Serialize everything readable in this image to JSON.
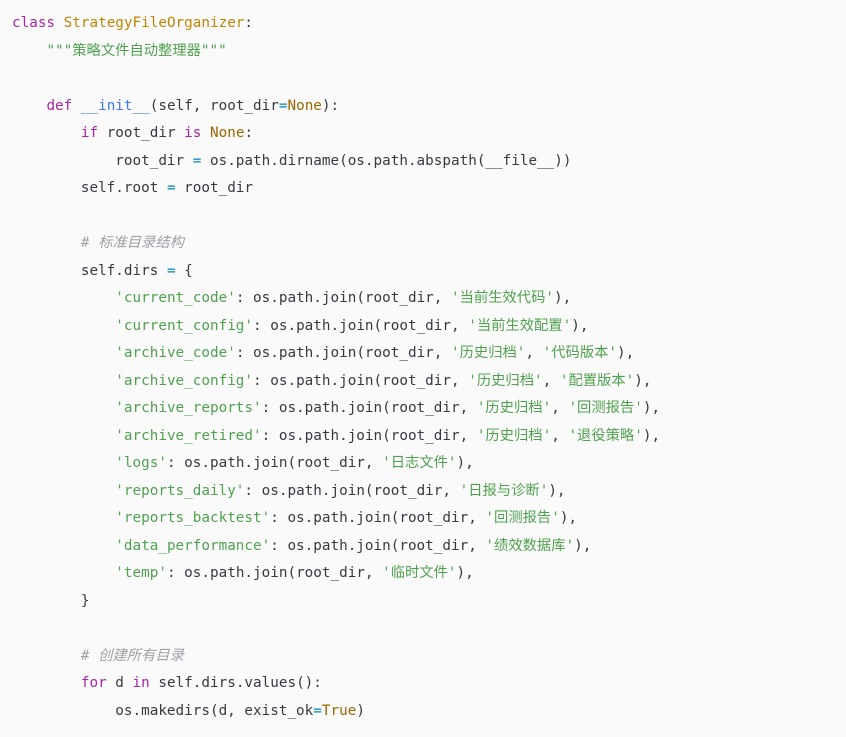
{
  "language": "python",
  "colors": {
    "background": "#fafafa",
    "plain": "#383a42",
    "keyword": "#a626a4",
    "class": "#c18401",
    "constant": "#986801",
    "string": "#50a14f",
    "comment": "#a0a1a7",
    "builtin": "#4078f2",
    "operator": "#0184bc"
  },
  "lines": [
    [
      [
        "keyword",
        "class"
      ],
      [
        "plain",
        " "
      ],
      [
        "class",
        "StrategyFileOrganizer"
      ],
      [
        "plain",
        ":"
      ]
    ],
    [
      [
        "plain",
        "    "
      ],
      [
        "string",
        "\"\"\"策略文件自动整理器\"\"\""
      ]
    ],
    [],
    [
      [
        "plain",
        "    "
      ],
      [
        "keyword",
        "def"
      ],
      [
        "plain",
        " "
      ],
      [
        "builtin",
        "__init__"
      ],
      [
        "plain",
        "(self, root_dir"
      ],
      [
        "operator",
        "="
      ],
      [
        "constant",
        "None"
      ],
      [
        "plain",
        "):"
      ]
    ],
    [
      [
        "plain",
        "        "
      ],
      [
        "keyword",
        "if"
      ],
      [
        "plain",
        " root_dir "
      ],
      [
        "keyword",
        "is"
      ],
      [
        "plain",
        " "
      ],
      [
        "constant",
        "None"
      ],
      [
        "plain",
        ":"
      ]
    ],
    [
      [
        "plain",
        "            root_dir "
      ],
      [
        "operator",
        "="
      ],
      [
        "plain",
        " os.path.dirname(os.path.abspath(__file__))"
      ]
    ],
    [
      [
        "plain",
        "        self.root "
      ],
      [
        "operator",
        "="
      ],
      [
        "plain",
        " root_dir"
      ]
    ],
    [],
    [
      [
        "plain",
        "        "
      ],
      [
        "comment",
        "# 标准目录结构"
      ]
    ],
    [
      [
        "plain",
        "        self.dirs "
      ],
      [
        "operator",
        "="
      ],
      [
        "plain",
        " {"
      ]
    ],
    [
      [
        "plain",
        "            "
      ],
      [
        "string",
        "'current_code'"
      ],
      [
        "plain",
        ": os.path.join(root_dir, "
      ],
      [
        "string",
        "'当前生效代码'"
      ],
      [
        "plain",
        "),"
      ]
    ],
    [
      [
        "plain",
        "            "
      ],
      [
        "string",
        "'current_config'"
      ],
      [
        "plain",
        ": os.path.join(root_dir, "
      ],
      [
        "string",
        "'当前生效配置'"
      ],
      [
        "plain",
        "),"
      ]
    ],
    [
      [
        "plain",
        "            "
      ],
      [
        "string",
        "'archive_code'"
      ],
      [
        "plain",
        ": os.path.join(root_dir, "
      ],
      [
        "string",
        "'历史归档'"
      ],
      [
        "plain",
        ", "
      ],
      [
        "string",
        "'代码版本'"
      ],
      [
        "plain",
        "),"
      ]
    ],
    [
      [
        "plain",
        "            "
      ],
      [
        "string",
        "'archive_config'"
      ],
      [
        "plain",
        ": os.path.join(root_dir, "
      ],
      [
        "string",
        "'历史归档'"
      ],
      [
        "plain",
        ", "
      ],
      [
        "string",
        "'配置版本'"
      ],
      [
        "plain",
        "),"
      ]
    ],
    [
      [
        "plain",
        "            "
      ],
      [
        "string",
        "'archive_reports'"
      ],
      [
        "plain",
        ": os.path.join(root_dir, "
      ],
      [
        "string",
        "'历史归档'"
      ],
      [
        "plain",
        ", "
      ],
      [
        "string",
        "'回测报告'"
      ],
      [
        "plain",
        "),"
      ]
    ],
    [
      [
        "plain",
        "            "
      ],
      [
        "string",
        "'archive_retired'"
      ],
      [
        "plain",
        ": os.path.join(root_dir, "
      ],
      [
        "string",
        "'历史归档'"
      ],
      [
        "plain",
        ", "
      ],
      [
        "string",
        "'退役策略'"
      ],
      [
        "plain",
        "),"
      ]
    ],
    [
      [
        "plain",
        "            "
      ],
      [
        "string",
        "'logs'"
      ],
      [
        "plain",
        ": os.path.join(root_dir, "
      ],
      [
        "string",
        "'日志文件'"
      ],
      [
        "plain",
        "),"
      ]
    ],
    [
      [
        "plain",
        "            "
      ],
      [
        "string",
        "'reports_daily'"
      ],
      [
        "plain",
        ": os.path.join(root_dir, "
      ],
      [
        "string",
        "'日报与诊断'"
      ],
      [
        "plain",
        "),"
      ]
    ],
    [
      [
        "plain",
        "            "
      ],
      [
        "string",
        "'reports_backtest'"
      ],
      [
        "plain",
        ": os.path.join(root_dir, "
      ],
      [
        "string",
        "'回测报告'"
      ],
      [
        "plain",
        "),"
      ]
    ],
    [
      [
        "plain",
        "            "
      ],
      [
        "string",
        "'data_performance'"
      ],
      [
        "plain",
        ": os.path.join(root_dir, "
      ],
      [
        "string",
        "'绩效数据库'"
      ],
      [
        "plain",
        "),"
      ]
    ],
    [
      [
        "plain",
        "            "
      ],
      [
        "string",
        "'temp'"
      ],
      [
        "plain",
        ": os.path.join(root_dir, "
      ],
      [
        "string",
        "'临时文件'"
      ],
      [
        "plain",
        "),"
      ]
    ],
    [
      [
        "plain",
        "        }"
      ]
    ],
    [],
    [
      [
        "plain",
        "        "
      ],
      [
        "comment",
        "# 创建所有目录"
      ]
    ],
    [
      [
        "plain",
        "        "
      ],
      [
        "keyword",
        "for"
      ],
      [
        "plain",
        " d "
      ],
      [
        "keyword",
        "in"
      ],
      [
        "plain",
        " self.dirs.values():"
      ]
    ],
    [
      [
        "plain",
        "            os.makedirs(d, exist_ok"
      ],
      [
        "operator",
        "="
      ],
      [
        "constant",
        "True"
      ],
      [
        "plain",
        ")"
      ]
    ]
  ]
}
